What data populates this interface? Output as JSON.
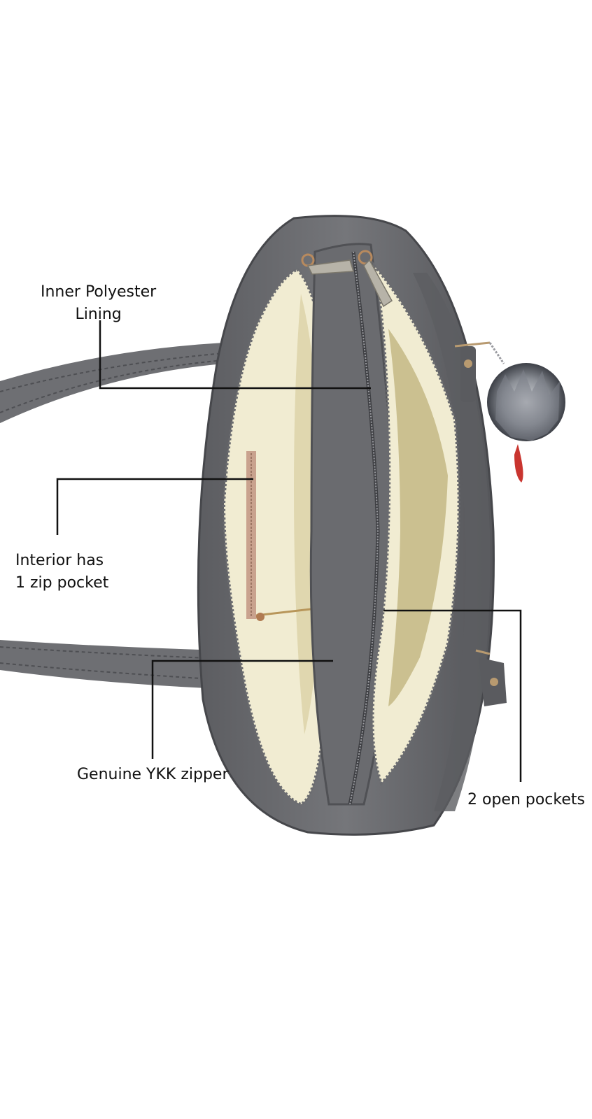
{
  "annotations": {
    "lining_line1": "Inner  Polyester",
    "lining_line2": "Lining",
    "pocket_line1": "Interior has",
    "pocket_line2": "1 zip pocket",
    "zipper": "Genuine YKK zipper",
    "open_pockets": "2 open pockets"
  },
  "colors": {
    "leather": "#6d6e72",
    "leather_dark": "#4f5054",
    "lining": "#f1ecd2",
    "lining_shadow": "#d8cf9f",
    "callout_line": "#111111"
  }
}
